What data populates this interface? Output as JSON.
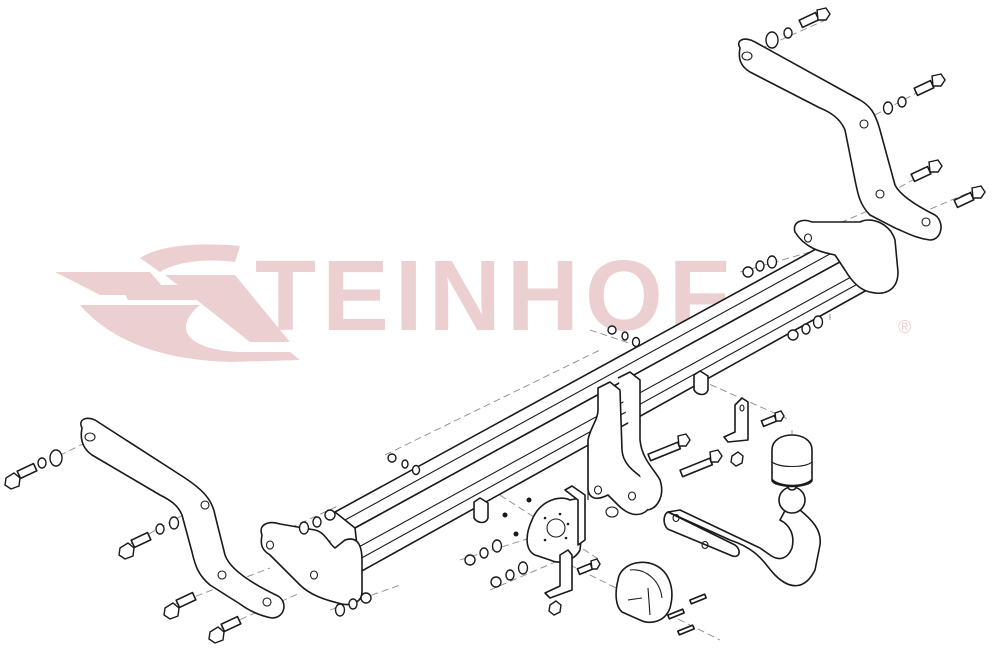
{
  "diagram": {
    "title": "Tow bar exploded assembly diagram",
    "type": "exploded-view",
    "background": "#ffffff",
    "line_color": "#1a1a1a",
    "axis_line_color": "#8a8a8a"
  },
  "watermark": {
    "brand": "STEINHOF",
    "logo_letters": "TEINHOF",
    "registered_mark": "®",
    "color": "#e9c7c9"
  },
  "parts": {
    "crossbar": "main-crossbar-tube",
    "left_side_bracket": "left-side-bracket",
    "right_side_bracket": "right-side-bracket",
    "left_end_plate": "left-end-plate",
    "right_end_plate": "right-end-plate",
    "center_mount_plate": "center-mount-plate",
    "tow_ball_neck": "tow-ball-neck",
    "ball_cover": "ball-cover-cap",
    "socket_plate": "electrical-socket-plate",
    "socket": "13-pin-socket",
    "small_bracket": "socket-support-bracket",
    "fasteners": [
      "bolts",
      "washers",
      "spring-washers",
      "nuts",
      "screws"
    ]
  }
}
